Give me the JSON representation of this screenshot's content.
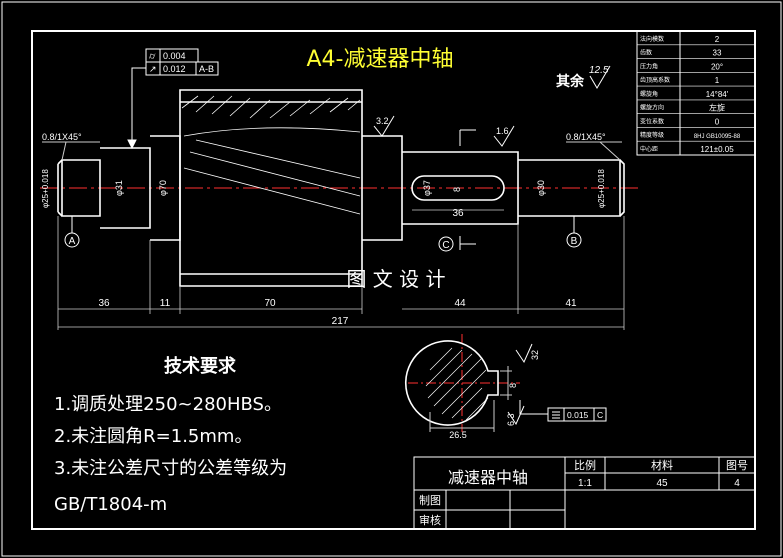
{
  "title": "A4-减速器中轴",
  "watermark": "图 文 设 计",
  "surface_note": {
    "label": "其余",
    "roughness": "12.5"
  },
  "params_table": [
    {
      "k": "法向模数",
      "v": "2"
    },
    {
      "k": "齿数",
      "v": "33"
    },
    {
      "k": "压力角",
      "v": "20°"
    },
    {
      "k": "齿顶高系数",
      "v": "1"
    },
    {
      "k": "螺旋角",
      "v": "14°84'"
    },
    {
      "k": "螺旋方向",
      "v": "左旋"
    },
    {
      "k": "变位系数",
      "v": "0"
    },
    {
      "k": "精度等级",
      "v": "8HJ GB10095-88"
    },
    {
      "k": "中心距",
      "v": "121±0.05"
    }
  ],
  "tolerance_frame": {
    "row1": {
      "symbol": "⌭",
      "value": "0.004"
    },
    "row2": {
      "symbol": "↗",
      "value": "0.012",
      "datum": "A-B"
    }
  },
  "dims": {
    "chamfer_left": "0.8/1X45°",
    "chamfer_right": "0.8/1X45°",
    "rough_32": "3.2",
    "rough_16": "1.6",
    "d31": "φ31",
    "d70": "φ70",
    "d37": "φ37",
    "d30": "φ30",
    "d25_left": "φ25+0.018",
    "d25_right": "φ25+0.018",
    "key_w": "8",
    "key_len": "36",
    "l36": "36",
    "l11": "11",
    "l70": "70",
    "l44": "44",
    "l41": "41",
    "l217": "217",
    "datum_a": "A",
    "datum_b": "B",
    "section_c": "C"
  },
  "section": {
    "r32": "32",
    "d8": "8",
    "r63": "6.3",
    "w265": "26.5",
    "sym_tol": "0.015",
    "sym_datum": "C"
  },
  "requirements": {
    "heading": "技术要求",
    "line1": "1.调质处理250~280HBS。",
    "line2": "2.未注圆角R=1.5mm。",
    "line3": "3.未注公差尺寸的公差等级为",
    "line4": "GB/T1804-m"
  },
  "title_block": {
    "name": "减速器中轴",
    "h_scale": "比例",
    "h_material": "材料",
    "h_drawing_no": "图号",
    "scale": "1:1",
    "material": "45",
    "drawing_no": "4",
    "drawn": "制图",
    "checked": "审核"
  },
  "colors": {
    "background": "#000000",
    "line": "#ffffff",
    "centerline": "#ff3030",
    "title": "#ffff33",
    "dimension": "#cccccc"
  }
}
